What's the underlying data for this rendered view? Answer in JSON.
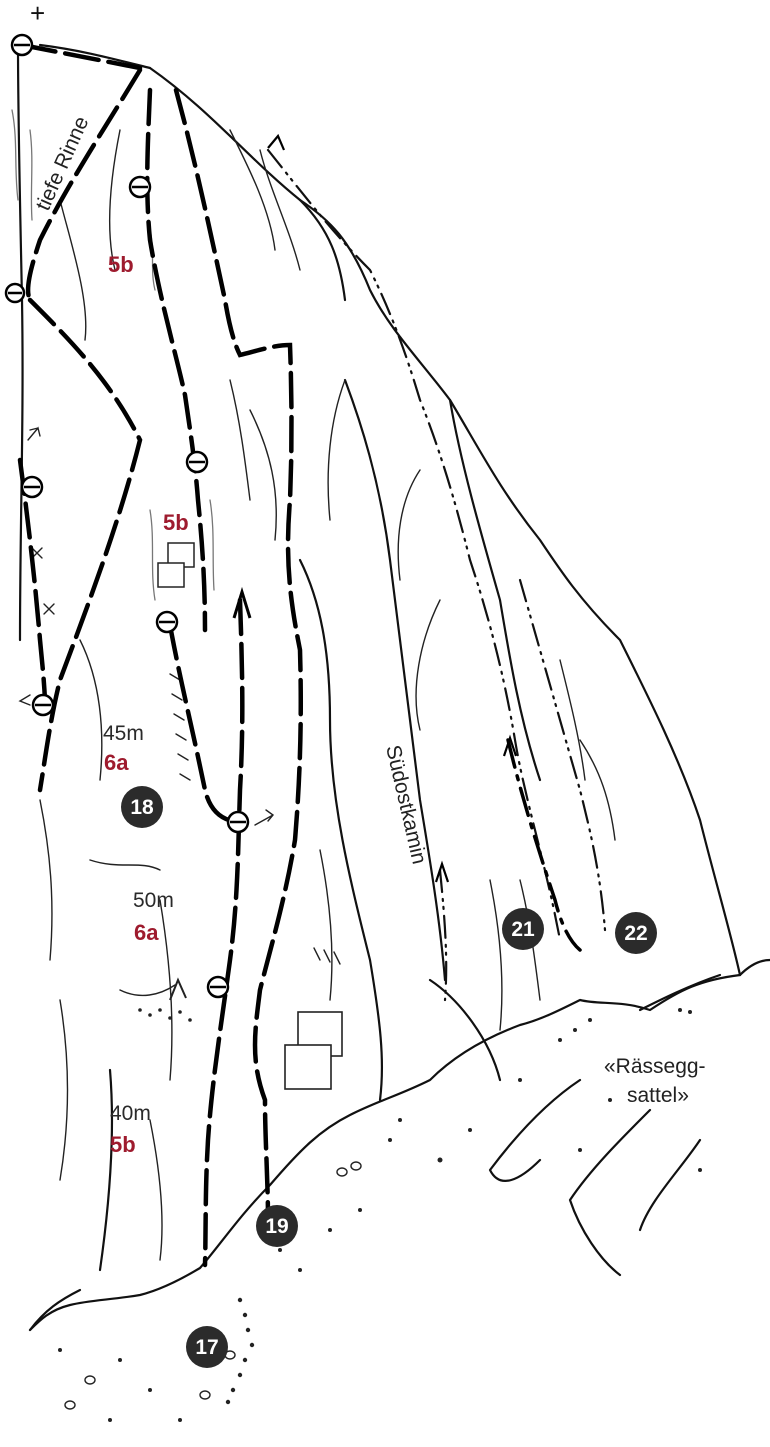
{
  "topo": {
    "labels": {
      "gully": "tiefe Rinne",
      "chimney": "Südostkamin",
      "saddle_line1": "«Rässegg-",
      "saddle_line2": "sattel»"
    },
    "grades": [
      "5b",
      "5b",
      "6a",
      "6a",
      "5b"
    ],
    "lengths": [
      "45m",
      "50m",
      "40m"
    ],
    "routes": [
      "18",
      "17",
      "19",
      "21",
      "22"
    ],
    "summit_mark": "+"
  }
}
